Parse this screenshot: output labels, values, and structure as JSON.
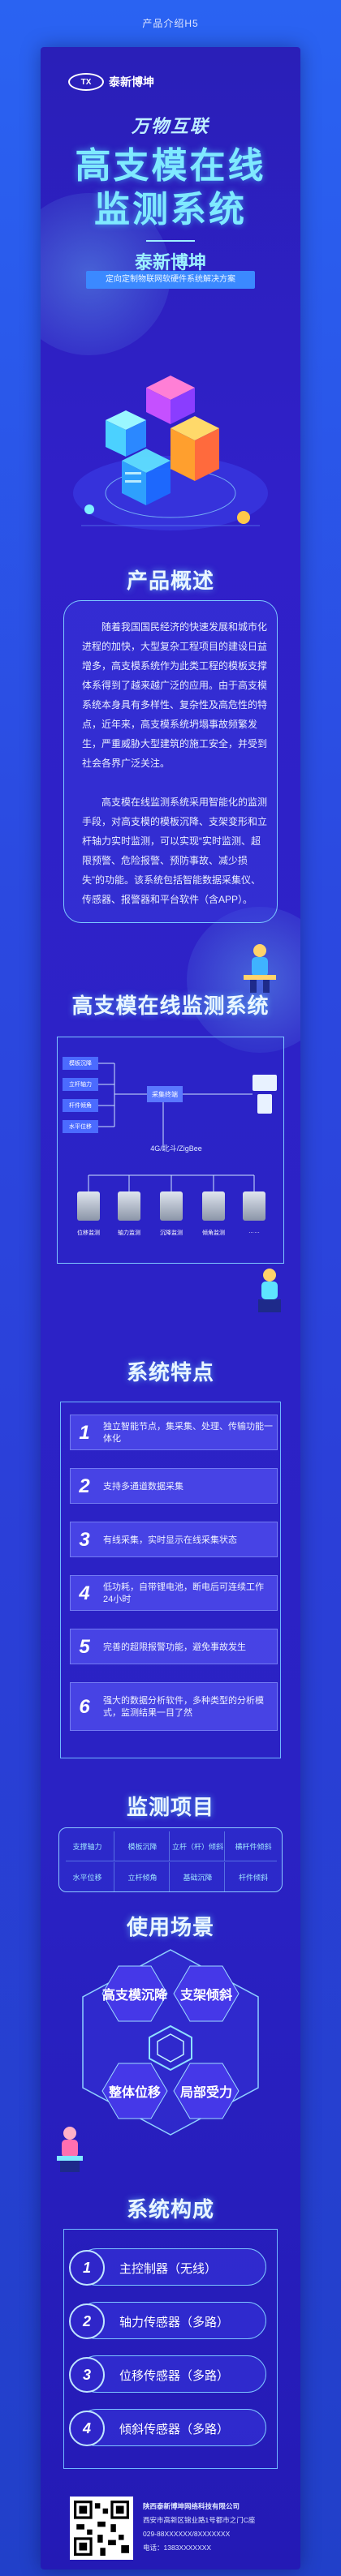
{
  "topbar": {
    "title": "产品介绍H5"
  },
  "header": {
    "logo_mark": "TX",
    "logo_text": "泰新博坤",
    "slogan": "万物互联",
    "title_line1": "高支模在线",
    "title_line2": "监测系统",
    "company": "泰新博坤",
    "tagline": "定向定制物联网软硬件系统解决方案"
  },
  "overview": {
    "title": "产品概述",
    "para1": "随着我国国民经济的快速发展和城市化进程的加快，大型复杂工程项目的建设日益增多，高支模系统作为此类工程的模板支撑体系得到了越来越广泛的应用。由于高支模系统本身具有多样性、复杂性及高危性的特点，近年来，高支模系统坍塌事故频繁发生，严重威胁大型建筑的施工安全，并受到社会各界广泛关注。",
    "para2": "高支模在线监测系统采用智能化的监测手段，对高支模的模板沉降、支架变形和立杆轴力实时监测，可以实现“实时监测、超限预警、危险报警、预防事故、减少损失”的功能。该系统包括智能数据采集仪、传感器、报警器和平台软件（含APP）。"
  },
  "system": {
    "title": "高支模在线监测系统",
    "left_boxes": [
      "模板沉降",
      "立杆轴力",
      "杆件倾角",
      "水平位移"
    ],
    "hub": "采集终端",
    "network": "4G/北斗/ZigBee",
    "devices": [
      "位移监测",
      "轴力监测",
      "沉降监测",
      "倾角监测",
      "……"
    ]
  },
  "features": {
    "title": "系统特点",
    "items": [
      {
        "num": "1",
        "text": "独立智能节点，集采集、处理、传输功能一体化"
      },
      {
        "num": "2",
        "text": "支持多通道数据采集"
      },
      {
        "num": "3",
        "text": "有线采集，实时显示在线采集状态"
      },
      {
        "num": "4",
        "text": "低功耗，自带锂电池，断电后可连续工作24小时"
      },
      {
        "num": "5",
        "text": "完善的超限报警功能，避免事故发生"
      },
      {
        "num": "6",
        "text": "强大的数据分析软件，多种类型的分析模式，监测结果一目了然"
      }
    ]
  },
  "monitoring": {
    "title": "监测项目",
    "items": [
      "支撑轴力",
      "模板沉降",
      "立杆（杆）倾斜",
      "横杆件倾斜",
      "水平位移",
      "立杆倾角",
      "基础沉降",
      "杆件倾斜"
    ]
  },
  "scenes": {
    "title": "使用场景",
    "items": [
      "高支模沉降",
      "支架倾斜",
      "整体位移",
      "局部受力"
    ]
  },
  "composition": {
    "title": "系统构成",
    "items": [
      {
        "num": "1",
        "label": "主控制器（无线）"
      },
      {
        "num": "2",
        "label": "轴力传感器（多路）"
      },
      {
        "num": "3",
        "label": "位移传感器（多路）"
      },
      {
        "num": "4",
        "label": "倾斜传感器（多路）"
      }
    ]
  },
  "contact": {
    "company": "陕西泰新博坤网络科技有限公司",
    "address": "西安市高新区锦业路1号都市之门C座",
    "tel": "029-88XXXXXX/8XXXXXXX",
    "phone": "电话：1383XXXXXXX"
  },
  "colors": {
    "accent": "#7fe9ff",
    "background": "#2b49e0",
    "panel": "#2d22c7"
  }
}
